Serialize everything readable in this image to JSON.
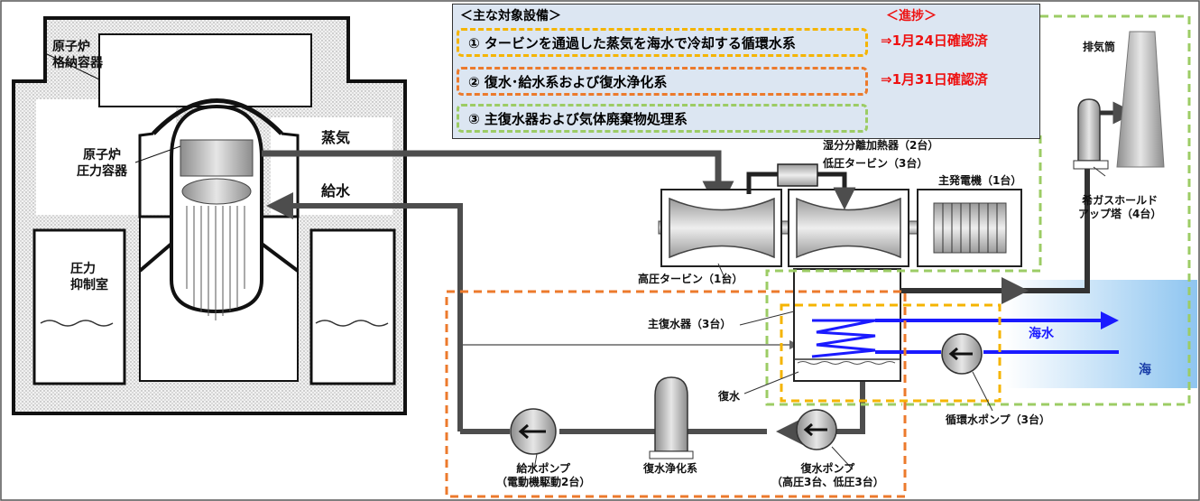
{
  "legend": {
    "title": "＜主な対象設備＞",
    "progress_title": "＜進捗＞",
    "rows": [
      {
        "text": "① タービンを通過した蒸気を海水で冷却する循環水系",
        "result": "⇒1月24日確認済",
        "color": "#f5b400"
      },
      {
        "text": "② 復水･給水系および復水浄化系",
        "result": "⇒1月31日確認済",
        "color": "#ec7a2c"
      },
      {
        "text": "③ 主復水器および気体廃棄物処理系",
        "result": "",
        "color": "#9ccc65"
      }
    ]
  },
  "labels": {
    "containment": "原子炉\n格納容器",
    "pressure_vessel": "原子炉\n圧力容器",
    "suppression": "圧力\n抑制室",
    "steam": "蒸気",
    "feedwater": "給水",
    "moisture_separator": "湿分分離加熱器（2台）",
    "lp_turbine": "低圧タービン（3台）",
    "generator": "主発電機（1台）",
    "hp_turbine": "高圧タービン（1台）",
    "main_condenser": "主復水器（3台）",
    "condensate": "復水",
    "seawater": "海水",
    "sea": "海",
    "stack": "排気筒",
    "holdup_tower": "希ガスホールド\nアップ塔（4台）",
    "circ_pump": "循環水ポンプ（3台）",
    "feed_pump": "給水ポンプ\n（電動機駆動2台）",
    "purification": "復水浄化系",
    "cond_pump": "復水ポンプ\n（高圧3台、低圧3台）"
  },
  "colors": {
    "pipe": "#4d4d4d",
    "seawater": "#1a1aff",
    "legend_bg": "#dce6f2",
    "progress": "#ee1111",
    "sea_gradient_start": "#ffffff",
    "sea_gradient_end": "#8ec5f0"
  }
}
